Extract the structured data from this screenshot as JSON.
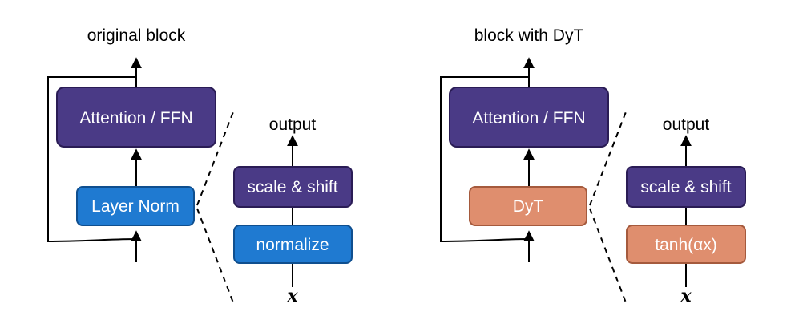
{
  "left_panel": {
    "title": "original block",
    "main_box_label": "Attention / FFN",
    "norm_box_label": "Layer Norm",
    "zoom": {
      "output_label": "output",
      "top_box_label": "scale & shift",
      "bottom_box_label": "normalize",
      "input_label": "x"
    }
  },
  "right_panel": {
    "title": "block with DyT",
    "main_box_label": "Attention / FFN",
    "norm_box_label": "DyT",
    "zoom": {
      "output_label": "output",
      "top_box_label": "scale & shift",
      "bottom_box_label": "tanh(αx)",
      "input_label": "x"
    }
  },
  "colors": {
    "purple": "#4a3a86",
    "purple_border": "#2a1c55",
    "blue": "#1f7ad1",
    "blue_border": "#0f4f8f",
    "orange": "#df8e6e",
    "orange_border": "#a55a3d",
    "text_dark": "#000000",
    "text_light": "#ffffff"
  }
}
